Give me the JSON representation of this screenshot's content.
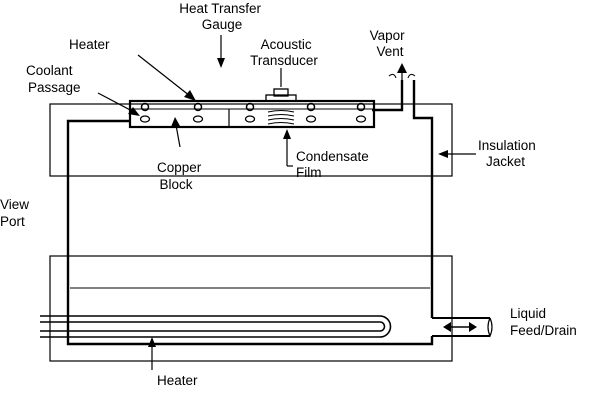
{
  "labels": {
    "heat_transfer_gauge": [
      "Heat Transfer",
      "Gauge"
    ],
    "heater_top": "Heater",
    "acoustic_transducer": [
      "Acoustic",
      "Transducer"
    ],
    "vapor_vent": [
      "Vapor",
      "Vent"
    ],
    "coolant_passage": [
      "Coolant",
      "Passage"
    ],
    "insulation_jacket": [
      "Insulation",
      "Jacket"
    ],
    "copper_block": [
      "Copper",
      "Block"
    ],
    "condensate_film": [
      "Condensate",
      "Film"
    ],
    "view_port": [
      "View",
      "Port"
    ],
    "liquid_feed_drain": [
      "Liquid",
      "Feed/Drain"
    ],
    "heater_bottom": "Heater"
  },
  "colors": {
    "stroke": "#000000",
    "background": "#ffffff"
  }
}
